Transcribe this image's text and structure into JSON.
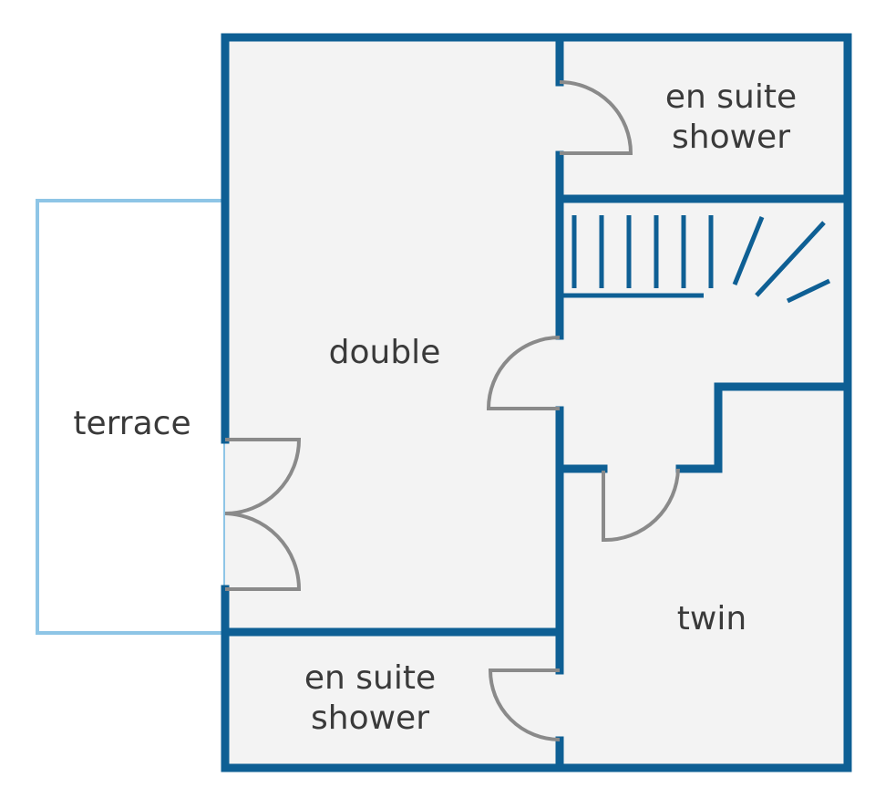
{
  "rooms": {
    "terrace": {
      "label": "terrace"
    },
    "double": {
      "label": "double"
    },
    "en_suite_top": {
      "line1": "en suite",
      "line2": "shower"
    },
    "en_suite_bottom": {
      "line1": "en suite",
      "line2": "shower"
    },
    "twin": {
      "label": "twin"
    }
  },
  "colors": {
    "wall": "#0e5f94",
    "terrace_outline": "#8ec5e6",
    "floor": "#f3f3f3",
    "door": "#8a8a8a",
    "label": "#3a3a3a",
    "background": "#ffffff"
  }
}
